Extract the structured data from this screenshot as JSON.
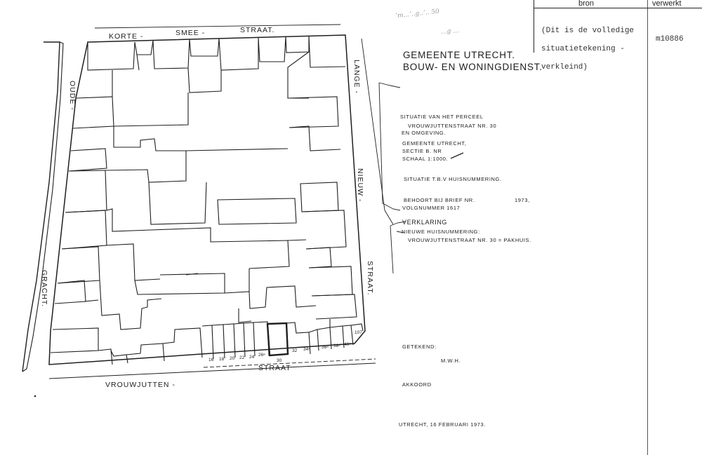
{
  "archive": {
    "col_source": "bron",
    "col_processed": "verwerkt",
    "note_lines": [
      "(Dit is de volledige",
      "situatietekening -",
      "verkleind)"
    ],
    "record_id": "m10886"
  },
  "handwritten": {
    "line1": "ʼm...ʼ..g..ʼ.. 50",
    "line2": "...g ..."
  },
  "streets": {
    "korte": "KORTE -",
    "smee": "SMEE -",
    "straat_top": "STRAAT.",
    "lange": "LANGE -",
    "nieuw": "NIEUW -",
    "straat_right": "STRAAT.",
    "oude": "OUDE -",
    "gracht": "GRACHT.",
    "vrouwjutten": "VROUWJUTTEN -",
    "straat_bottom": "STRAAT"
  },
  "house_numbers": [
    "16",
    "18",
    "20",
    "22",
    "24",
    "26ᵃ",
    "30",
    "32",
    "34ᵃ",
    "36ᵃ",
    "38ᵃ",
    "40ᵃ",
    "107"
  ],
  "office": {
    "line1": "GEMEENTE UTRECHT.",
    "line2": "BOUW- EN WONINGDIENST."
  },
  "details": {
    "situatie": "SITUATIE   VAN HET   PERCEEL",
    "address": "VROUWJUTTENSTRAAT NR. 30",
    "omgeving": "EN OMGEVING.",
    "gemeente": "GEMEENTE UTRECHT,",
    "sectie": "SECTIE   B.        NR",
    "schaal": "SCHAAL 1:1000.",
    "purpose": "SITUATIE T.B.V HUISNUMMERING.",
    "brief": "BEHOORT BIJ BRIEF NR.",
    "year": "1973,",
    "volgnummer": "VOLGNUMMER 1617",
    "verklaring": "VERKLARING",
    "nieuwe": "NIEUWE HUISNUMMERING:",
    "pakhuis": "VROUWJUTTENSTRAAT NR. 30 = PAKHUIS.",
    "getekend": "GETEKEND:",
    "initials": "M.W.H.",
    "akkoord": "AKKOORD",
    "date": "UTRECHT, 16 FEBRUARI 1973."
  }
}
